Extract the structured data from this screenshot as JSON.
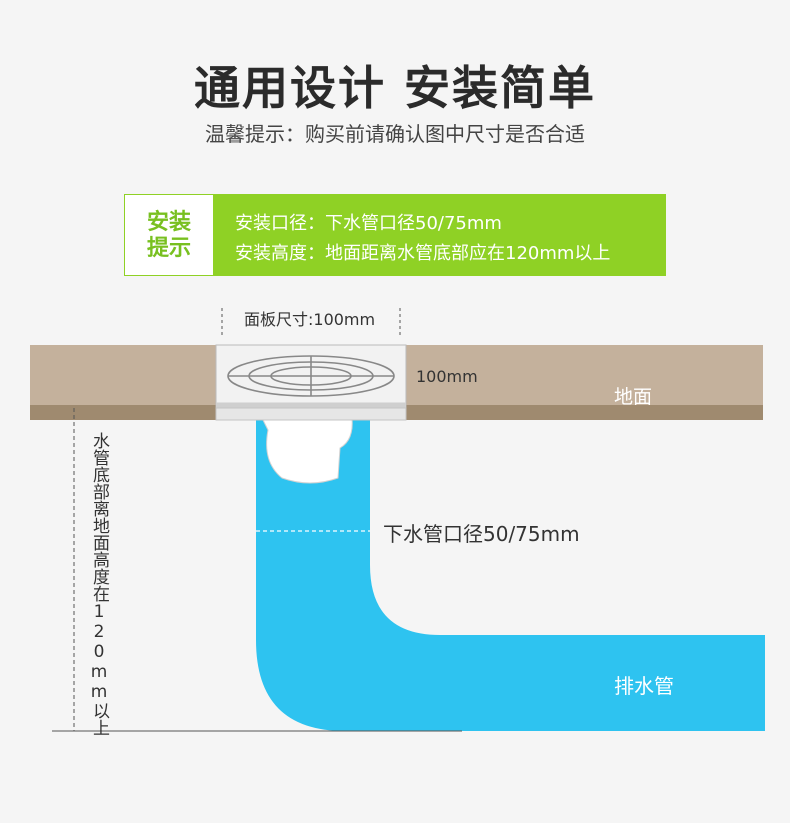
{
  "header": {
    "title": "通用设计 安装简单",
    "subtitle": "温馨提示：购买前请确认图中尺寸是否合适"
  },
  "tips": {
    "label_line1": "安装",
    "label_line2": "提示",
    "line1": "安装口径：下水管口径50/75mm",
    "line2": "安装高度：地面距离水管底部应在120mm以上"
  },
  "diagram": {
    "panel_size_label": "面板尺寸:100mm",
    "panel_height_label": "100mm",
    "ground_label": "地面",
    "pipe_diameter_label": "下水管口径50/75mm",
    "drain_pipe_label": "排水管",
    "vertical_label": "水管底部离地面高度在120mm以上"
  },
  "colors": {
    "green": "#8fd125",
    "ground": "#c4b19c",
    "ground_dark": "#9f8a6f",
    "pipe": "#2ec3f0"
  }
}
